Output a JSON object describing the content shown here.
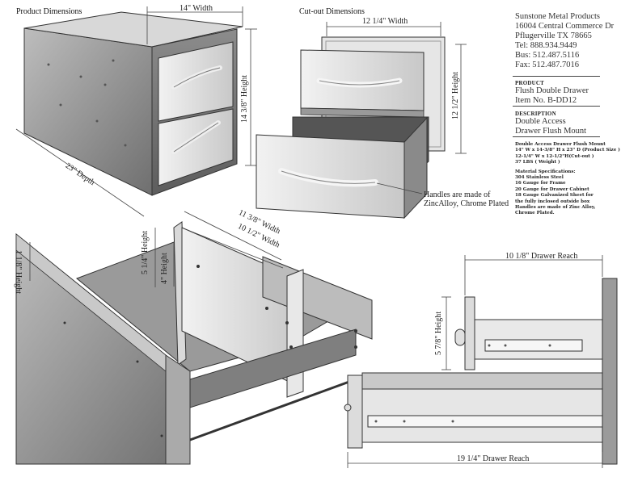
{
  "headings": {
    "product_dimensions": "Product Dimensions",
    "cutout_dimensions": "Cut-out Dimensions"
  },
  "company": {
    "name": "Sunstone Metal Products",
    "address1": "16004 Central Commerce Dr",
    "address2": "Pflugerville TX 78665",
    "tel": "Tel: 888.934.9449",
    "bus": "Bus: 512.487.5116",
    "fax": "Fax: 512.487.7016"
  },
  "product": {
    "heading": "PRODUCT",
    "name": "Flush Double Drawer",
    "item": "Item No. B-DD12"
  },
  "description": {
    "heading": "DESCRIPTION",
    "line1": "Double Access",
    "line2": "Drawer Flush Mount"
  },
  "specs": {
    "title": "Double Access Drawer Flush Mount",
    "size": "14\" W x 14-3/8\" H x 23\" D (Product Size )",
    "cutout": "12-1/4\" W x 12-1/2\"H(Cut-out )",
    "weight": "37 LBS ( Weight )",
    "material_heading": "Material Specifications:",
    "materials": [
      "304 Stainless Steel",
      "16 Gauge for Frame",
      "20 Gauge for Drawer Cabinet",
      "18 Gauge Galvanized Sheet for",
      "the fully inclosed outside box",
      "Handles are made of Zinc Alloy,",
      "Chrome Plated."
    ]
  },
  "dimensions": {
    "width_14": "14\" Width",
    "height_14_38": "14 3/8\" Height",
    "depth_23": "23\" Depth",
    "cutout_width": "12 1/4\" Width",
    "cutout_height": "12 1/2\" Height",
    "drawer_11_38": "11 3/8\" Width",
    "drawer_10_12": "10 1/2\" Width",
    "drawer_5_14": "5 1/4\" Height",
    "drawer_4": "4\" Height",
    "drawer_1_18": "1 1/8\" Height",
    "reach_10_18": "10 1/8\" Drawer Reach",
    "height_5_78": "5 7/8\" Height",
    "reach_19_14": "19 1/4\" Drawer Reach"
  },
  "annotations": {
    "handles_line1": "Handles are made of",
    "handles_line2": "ZincAlloy, Chrome Plated"
  }
}
